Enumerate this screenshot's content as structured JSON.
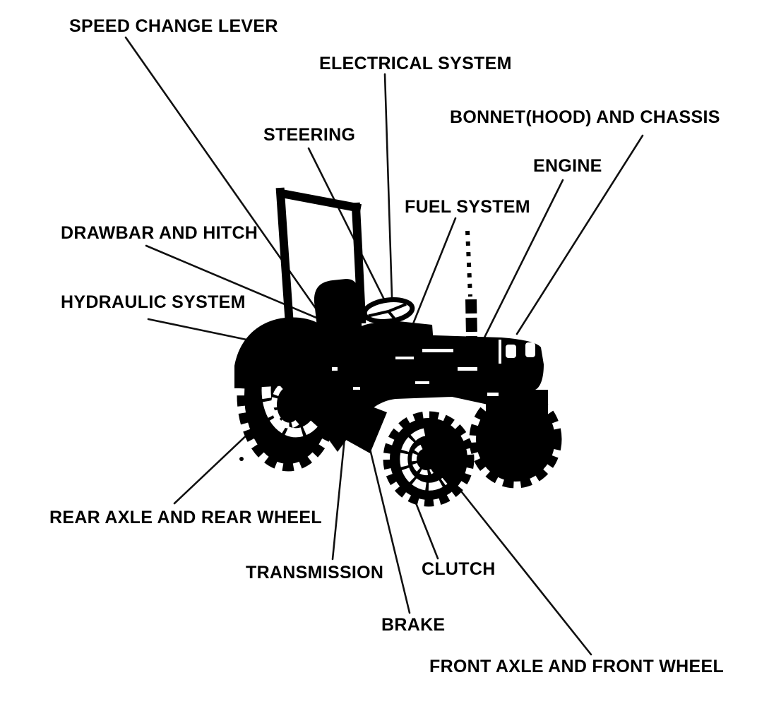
{
  "diagram": {
    "type": "labeled-parts-diagram",
    "subject": "tractor",
    "colors": {
      "ink": "#000000",
      "background": "#ffffff",
      "leader_line": "#101010"
    },
    "labels": [
      {
        "id": "speed-change-lever",
        "text": "SPEED CHANGE LEVER"
      },
      {
        "id": "electrical-system",
        "text": "ELECTRICAL SYSTEM"
      },
      {
        "id": "bonnet-hood-and-chassis",
        "text": "BONNET(HOOD) AND CHASSIS"
      },
      {
        "id": "steering",
        "text": "STEERING"
      },
      {
        "id": "engine",
        "text": "ENGINE"
      },
      {
        "id": "fuel-system",
        "text": "FUEL SYSTEM"
      },
      {
        "id": "drawbar-and-hitch",
        "text": "DRAWBAR AND HITCH"
      },
      {
        "id": "hydraulic-system",
        "text": "HYDRAULIC SYSTEM"
      },
      {
        "id": "rear-axle-and-rear-wheel",
        "text": "REAR AXLE AND REAR WHEEL"
      },
      {
        "id": "transmission",
        "text": "TRANSMISSION"
      },
      {
        "id": "clutch",
        "text": "CLUTCH"
      },
      {
        "id": "brake",
        "text": "BRAKE"
      },
      {
        "id": "front-axle-and-front-wheel",
        "text": "FRONT AXLE AND FRONT WHEEL"
      }
    ]
  }
}
